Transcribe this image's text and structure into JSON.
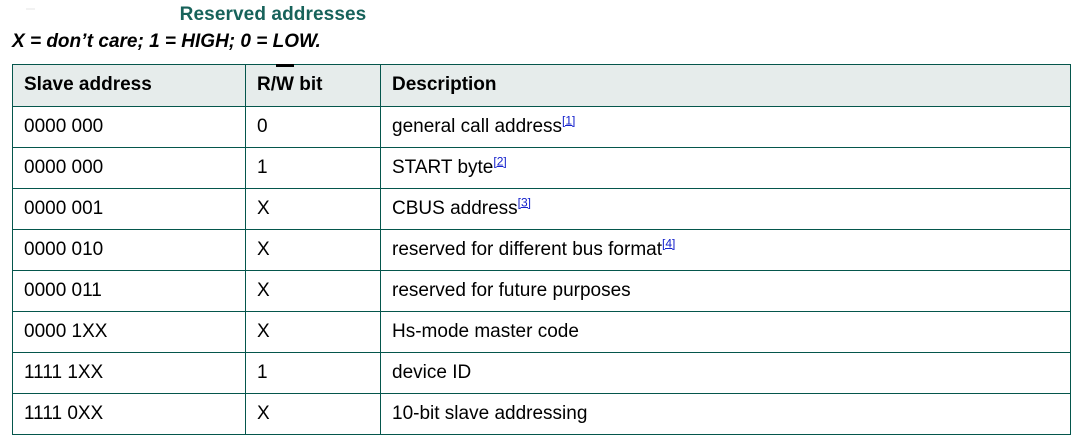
{
  "document": {
    "title": "Reserved addresses",
    "legend": "X = don’t care; 1 = HIGH; 0 = LOW.",
    "title_color": "#17625a",
    "border_color": "#05564c",
    "header_bg": "#e6eceb",
    "link_color": "#1421cc"
  },
  "table": {
    "name": "reserved-addresses-table",
    "headers": {
      "slave_address": "Slave address",
      "rw_bit_prefix": "R/",
      "rw_bit_overlined": "W",
      "rw_bit_suffix": " bit",
      "rw_bit_full": "R/W bit",
      "description": "Description"
    },
    "rows": [
      {
        "slave_address": "0000 000",
        "rw_bit": "0",
        "description": "general call address",
        "footnote": "[1]"
      },
      {
        "slave_address": "0000 000",
        "rw_bit": "1",
        "description": "START byte",
        "footnote": "[2]"
      },
      {
        "slave_address": "0000 001",
        "rw_bit": "X",
        "description": "CBUS address",
        "footnote": "[3]"
      },
      {
        "slave_address": "0000 010",
        "rw_bit": "X",
        "description": "reserved for different bus format",
        "footnote": "[4]"
      },
      {
        "slave_address": "0000 011",
        "rw_bit": "X",
        "description": "reserved for future purposes",
        "footnote": ""
      },
      {
        "slave_address": "0000 1XX",
        "rw_bit": "X",
        "description": "Hs-mode master code",
        "footnote": ""
      },
      {
        "slave_address": "1111 1XX",
        "rw_bit": "1",
        "description": "device ID",
        "footnote": ""
      },
      {
        "slave_address": "1111 0XX",
        "rw_bit": "X",
        "description": "10-bit slave addressing",
        "footnote": ""
      }
    ]
  }
}
